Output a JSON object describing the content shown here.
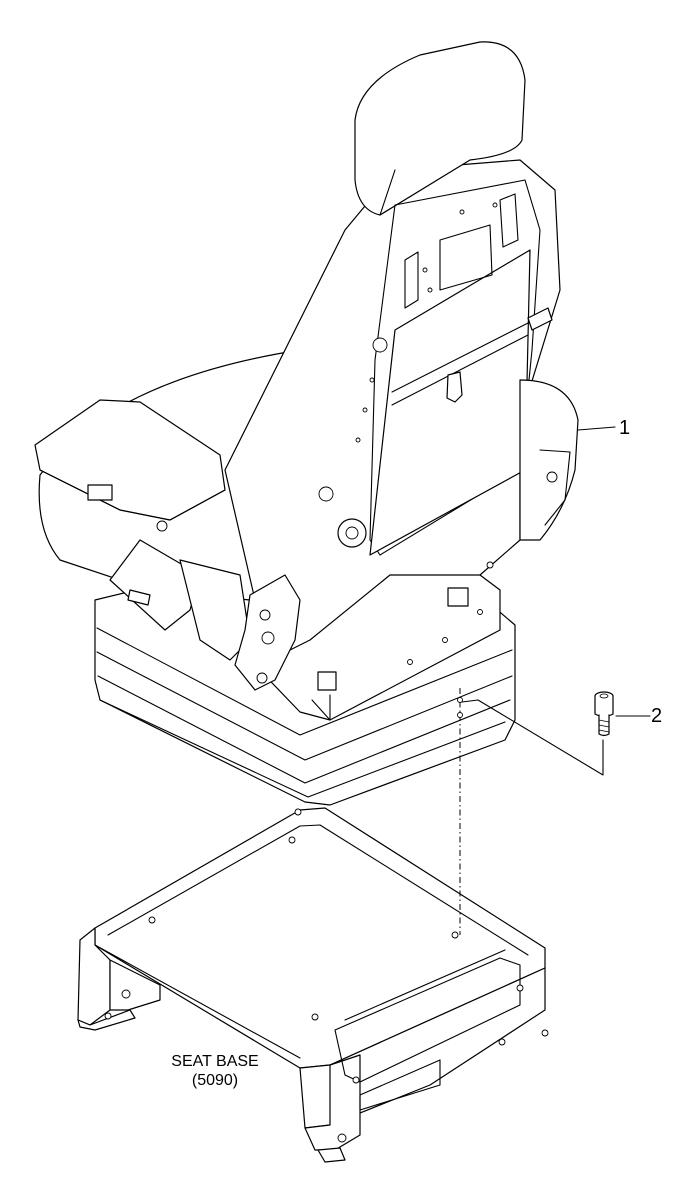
{
  "callouts": [
    {
      "number": "1",
      "part": "seat"
    },
    {
      "number": "2",
      "part": "cap-screw"
    }
  ],
  "seat_base": {
    "label": "SEAT BASE",
    "ref": "(5090)"
  }
}
